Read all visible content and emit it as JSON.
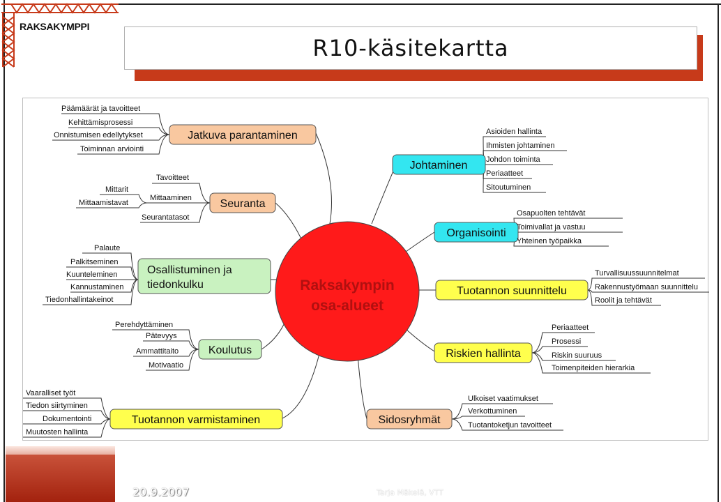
{
  "logo": {
    "text": "RAKSAKYMPPI"
  },
  "title": "R10-käsitekartta",
  "diagram": {
    "center": {
      "line1": "Raksakympin",
      "line2": "osa-alueet"
    },
    "branches": [
      {
        "label": "Jatkuva parantaminen",
        "color": "#f9c8a0",
        "items": [
          "Päämäärät ja tavoitteet",
          "Kehittämisprosessi",
          "Onnistumisen edellytykset",
          "Toiminnan arviointi"
        ]
      },
      {
        "label": "Seuranta",
        "color": "#f9c8a0",
        "items": [
          "Tavoitteet",
          "Mittaaminen",
          "Seurantatasot"
        ],
        "subitems": [
          "Mittarit",
          "Mittaamistavat"
        ]
      },
      {
        "label": "Osallistuminen ja tiedonkulku",
        "label_line1": "Osallistuminen ja",
        "label_line2": "tiedonkulku",
        "color": "#c9f2c0",
        "items": [
          "Palaute",
          "Palkitseminen",
          "Kuunteleminen",
          "Kannustaminen",
          "Tiedonhallintakeinot"
        ]
      },
      {
        "label": "Koulutus",
        "color": "#c9f2c0",
        "items": [
          "Perehdyttäminen",
          "Pätevyys",
          "Ammattitaito",
          "Motivaatio"
        ]
      },
      {
        "label": "Tuotannon varmistaminen",
        "color": "#ffff4d",
        "items": [
          "Vaaralliset työt",
          "Tiedon siirtyminen",
          "Dokumentointi",
          "Muutosten hallinta"
        ]
      },
      {
        "label": "Johtaminen",
        "color": "#33e6f0",
        "items": [
          "Asioiden hallinta",
          "Ihmisten johtaminen",
          "Johdon toiminta",
          "Periaatteet",
          "Sitoutuminen"
        ]
      },
      {
        "label": "Organisointi",
        "color": "#33e6f0",
        "items": [
          "Osapuolten tehtävät",
          "Toimivallat ja vastuu",
          "Yhteinen työpaikka"
        ]
      },
      {
        "label": "Tuotannon suunnittelu",
        "color": "#ffff4d",
        "items": [
          "Turvallisuussuunnitelmat",
          "Rakennustyömaan suunnittelu",
          "Roolit ja tehtävät"
        ]
      },
      {
        "label": "Riskien hallinta",
        "color": "#ffff4d",
        "items": [
          "Periaatteet",
          "Prosessi",
          "Riskin suuruus",
          "Toimenpiteiden hierarkia"
        ]
      },
      {
        "label": "Sidosryhmät",
        "color": "#f9c8a0",
        "items": [
          "Ulkoiset vaatimukset",
          "Verkottuminen",
          "Tuotantoketjun tavoitteet"
        ]
      }
    ]
  },
  "footer": {
    "date": "20.9.2007",
    "author": "Tarja Mäkelä, VTT"
  },
  "colors": {
    "center_fill": "#ff1a1a",
    "center_text": "#b01010",
    "accent": "#c73a1a"
  }
}
